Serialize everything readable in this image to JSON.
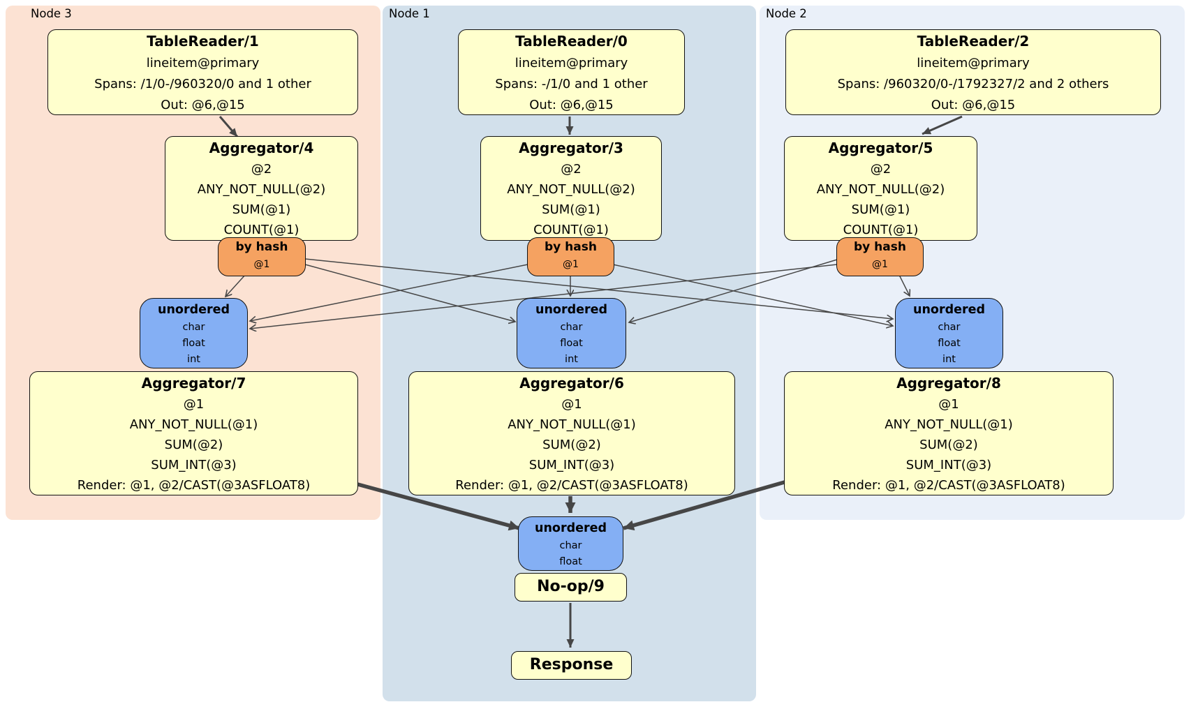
{
  "regions": [
    {
      "id": "node3",
      "label": "Node 3"
    },
    {
      "id": "node1",
      "label": "Node 1"
    },
    {
      "id": "node2",
      "label": "Node 2"
    }
  ],
  "processors": {
    "tr1": {
      "title": "TableReader/1",
      "lines": [
        "lineitem@primary",
        "Spans: /1/0-/960320/0 and 1 other",
        "Out: @6,@15"
      ]
    },
    "tr0": {
      "title": "TableReader/0",
      "lines": [
        "lineitem@primary",
        "Spans: -/1/0 and 1 other",
        "Out: @6,@15"
      ]
    },
    "tr2": {
      "title": "TableReader/2",
      "lines": [
        "lineitem@primary",
        "Spans: /960320/0-/1792327/2 and 2 others",
        "Out: @6,@15"
      ]
    },
    "agg4": {
      "title": "Aggregator/4",
      "lines": [
        "@2",
        "ANY_NOT_NULL(@2)",
        "SUM(@1)",
        "COUNT(@1)"
      ]
    },
    "agg3": {
      "title": "Aggregator/3",
      "lines": [
        "@2",
        "ANY_NOT_NULL(@2)",
        "SUM(@1)",
        "COUNT(@1)"
      ]
    },
    "agg5": {
      "title": "Aggregator/5",
      "lines": [
        "@2",
        "ANY_NOT_NULL(@2)",
        "SUM(@1)",
        "COUNT(@1)"
      ]
    },
    "hash3": {
      "title": "by hash",
      "lines": [
        "@1"
      ]
    },
    "hash1": {
      "title": "by hash",
      "lines": [
        "@1"
      ]
    },
    "hash2": {
      "title": "by hash",
      "lines": [
        "@1"
      ]
    },
    "sync3": {
      "title": "unordered",
      "lines": [
        "char",
        "float",
        "int"
      ]
    },
    "sync1": {
      "title": "unordered",
      "lines": [
        "char",
        "float",
        "int"
      ]
    },
    "sync2": {
      "title": "unordered",
      "lines": [
        "char",
        "float",
        "int"
      ]
    },
    "agg7": {
      "title": "Aggregator/7",
      "lines": [
        "@1",
        "ANY_NOT_NULL(@1)",
        "SUM(@2)",
        "SUM_INT(@3)",
        "Render: @1, @2/CAST(@3ASFLOAT8)"
      ]
    },
    "agg6": {
      "title": "Aggregator/6",
      "lines": [
        "@1",
        "ANY_NOT_NULL(@1)",
        "SUM(@2)",
        "SUM_INT(@3)",
        "Render: @1, @2/CAST(@3ASFLOAT8)"
      ]
    },
    "agg8": {
      "title": "Aggregator/8",
      "lines": [
        "@1",
        "ANY_NOT_NULL(@1)",
        "SUM(@2)",
        "SUM_INT(@3)",
        "Render: @1, @2/CAST(@3ASFLOAT8)"
      ]
    },
    "syncFinal": {
      "title": "unordered",
      "lines": [
        "char",
        "float"
      ]
    },
    "noop": {
      "title": "No-op/9"
    },
    "response": {
      "title": "Response"
    }
  },
  "colors": {
    "node3_bg": "#fce2d3",
    "node1_bg": "#d2e0eb",
    "node2_bg": "#eaf0f9",
    "processor_bg": "#ffffcd",
    "router_bg": "#f5a261",
    "sync_bg": "#84aff4",
    "edge": "#464646",
    "border": "#111111",
    "text": "#000000",
    "page_bg": "#ffffff"
  }
}
